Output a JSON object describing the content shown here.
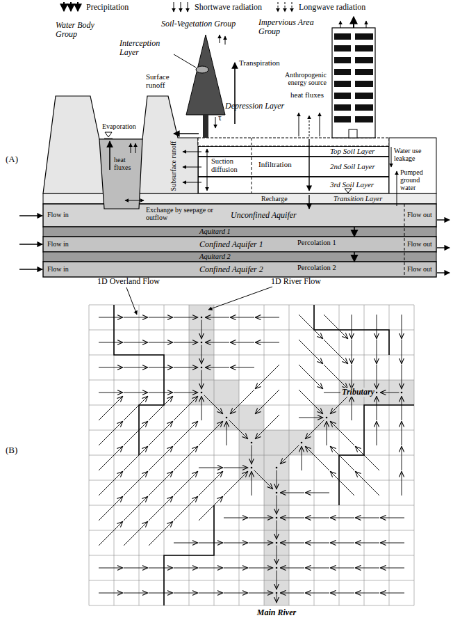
{
  "diagram": {
    "nodes": [
      {
        "text": [
          "Top Soil Layer"
        ]
      },
      {
        "text": [
          "2nd Soil Layer"
        ]
      },
      {
        "text": [
          "3rd Soil Layer"
        ]
      },
      {
        "text": [
          "Transition Layer"
        ]
      },
      {
        "text": [
          "Unconfined Aquifer"
        ]
      },
      {
        "text": [
          "Aquitard 1"
        ]
      },
      {
        "text": [
          "Confined Aquifer 1"
        ]
      },
      {
        "text": [
          "Aquitard 2"
        ]
      },
      {
        "text": [
          "Confined Aquifer 2"
        ]
      }
    ],
    "edges": [
      {
        "from": 4,
        "to": 6,
        "arrow": "to",
        "label": "Percolation 1"
      },
      {
        "from": 6,
        "to": 8,
        "arrow": "to",
        "label": "Percolation 2"
      }
    ],
    "labels": [
      "(A)",
      "Precipitation",
      "Shortwave radiation",
      "Longwave radiation",
      "Water Body Group",
      "Soil-Vegetation Group",
      "Impervious Area Group",
      "Interception Layer",
      "Transpiration",
      "Depression Layer",
      "Anthropogenic energy source",
      "heat fluxes",
      "τ",
      "Surface runoff",
      "Evaporation",
      "heat fluxes",
      "Subsurface runoff",
      "Suction diffusion",
      "Infiltration",
      "Water use leakage",
      "Pumped ground water",
      "Recharge",
      "Exchange by seepage or outflow",
      "Flow in",
      "Flow in",
      "Flow in",
      "Flow out",
      "Flow out",
      "Flow out",
      "(B)",
      "1D Overland Flow",
      "1D River Flow",
      "Tributary",
      "Main River"
    ]
  }
}
